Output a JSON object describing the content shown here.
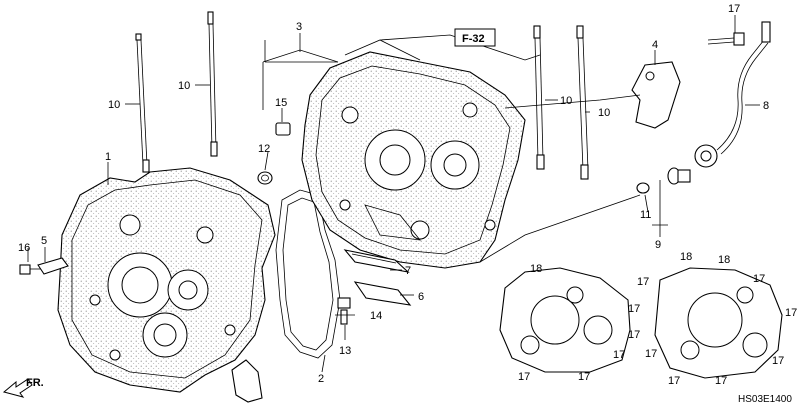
{
  "diagram": {
    "ref_box": "F-32",
    "front_indicator": "FR.",
    "drawing_code": "HS03E1400",
    "callouts": {
      "c1": "1",
      "c2": "2",
      "c3": "3",
      "c4": "4",
      "c5": "5",
      "c6": "6",
      "c7": "7",
      "c8": "8",
      "c9": "9",
      "c10a": "10",
      "c10b": "10",
      "c10c": "10",
      "c10d": "10",
      "c11": "11",
      "c12": "12",
      "c13": "13",
      "c14": "14",
      "c15": "15",
      "c16": "16",
      "c17a": "17",
      "c17b": "17",
      "c17c": "17",
      "c17d": "17",
      "c17e": "17",
      "c17f": "17",
      "c17g": "17",
      "c17h": "17",
      "c17i": "17",
      "c17j": "17",
      "c17k": "17",
      "c17l": "17",
      "c17m": "17",
      "c18a": "18",
      "c18b": "18",
      "c18c": "18"
    }
  }
}
